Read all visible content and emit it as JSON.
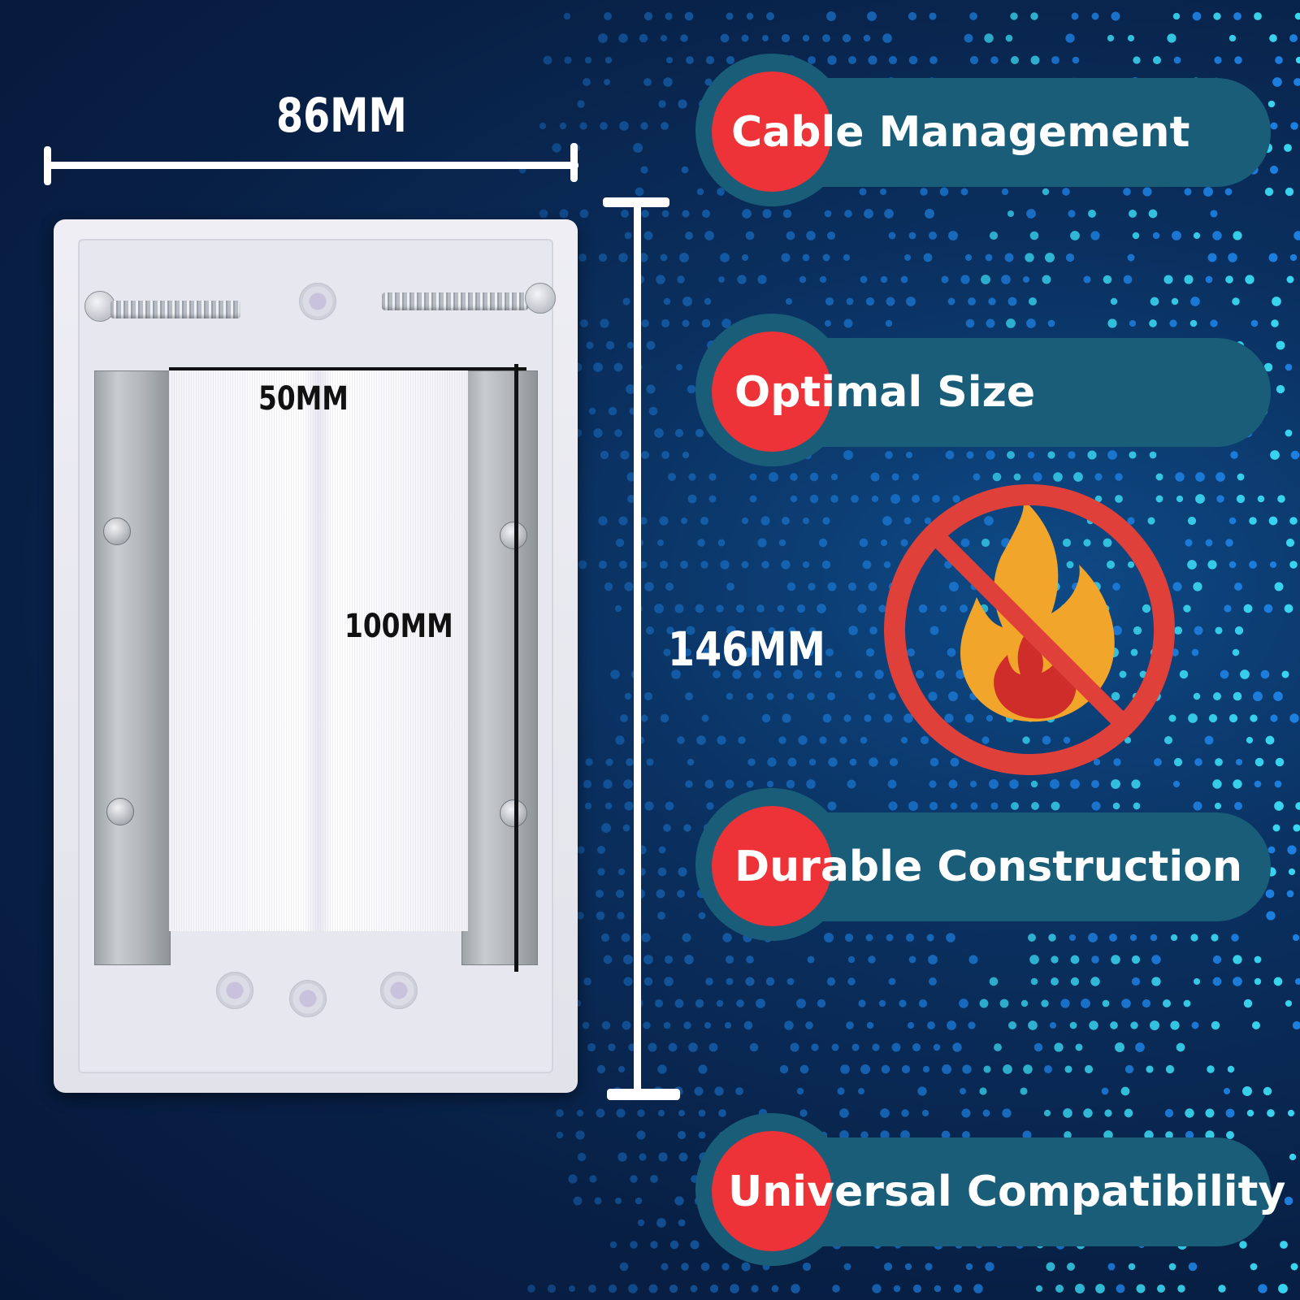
{
  "dimensions": {
    "width_label": "86MM",
    "height_label": "146MM",
    "brush_width_label": "50MM",
    "brush_height_label": "100MM"
  },
  "features": [
    {
      "label": "Cable Management"
    },
    {
      "label": "Optimal Size"
    },
    {
      "label": "Durable Construction"
    },
    {
      "label": "Universal Compatibility"
    }
  ],
  "icons": {
    "fire_warning": "no-fire-icon"
  },
  "colors": {
    "background": "#081f44",
    "pill": "#1a5d79",
    "accent_red": "#ee3338",
    "dot_blue": "#1d7fe0",
    "dot_cyan": "#39d6f0",
    "flame_orange": "#f2a52b",
    "flame_red": "#cf2d2a"
  }
}
